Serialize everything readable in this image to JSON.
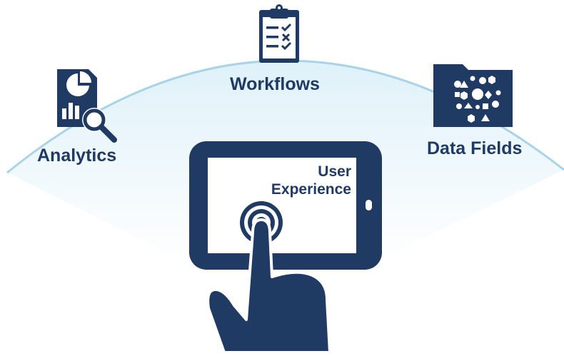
{
  "labels": {
    "workflows": "Workflows",
    "analytics": "Analytics",
    "data_fields": "Data Fields",
    "user_experience_line1": "User",
    "user_experience_line2": "Experience"
  },
  "icons": {
    "workflows": "clipboard-checklist-icon",
    "analytics": "report-magnifier-icon",
    "data_fields": "folder-shapes-icon",
    "user_experience": "tablet-touch-icon"
  },
  "colors": {
    "primary": "#1f3a63",
    "arc": "#a9d3e8",
    "fan_fill": "#e8f5fb"
  }
}
